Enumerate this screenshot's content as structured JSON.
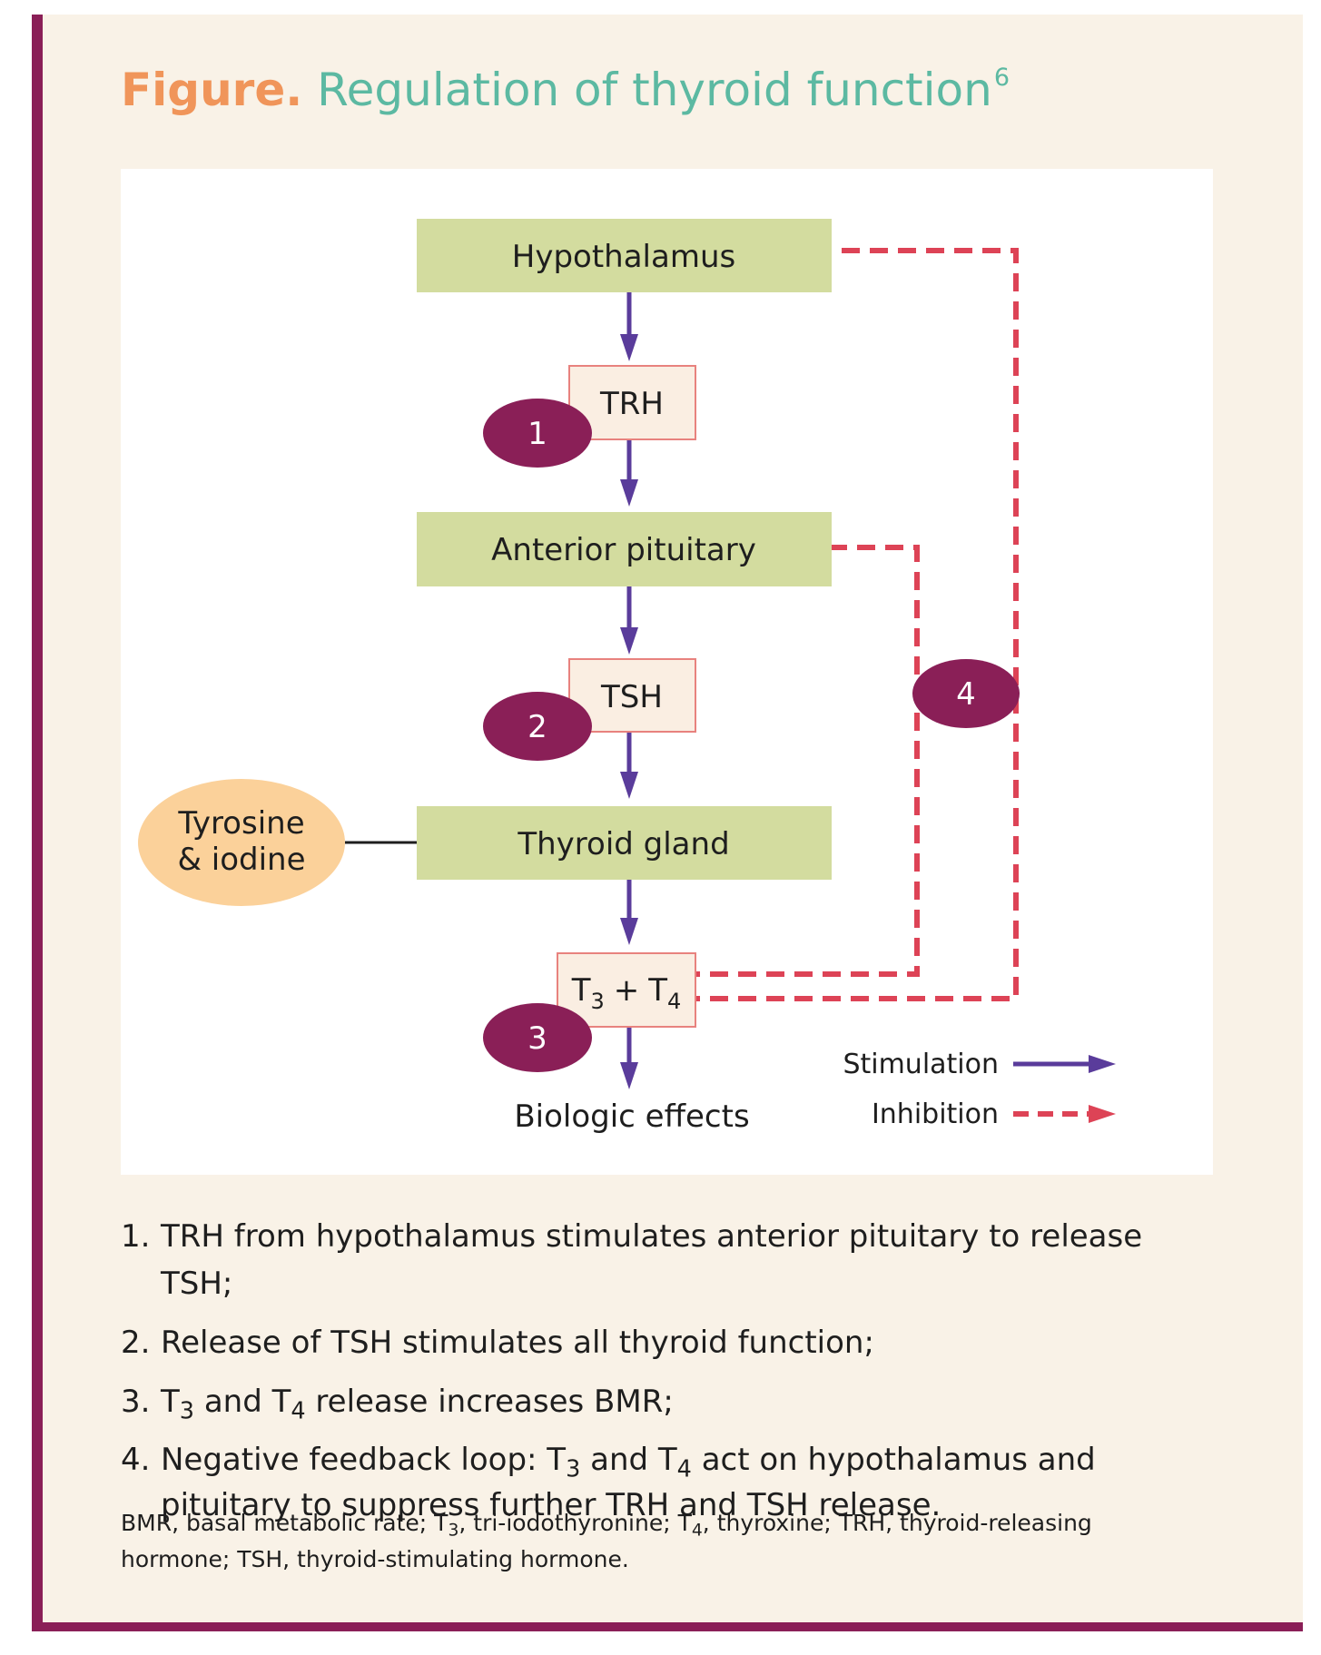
{
  "title": {
    "prefix": "Figure.",
    "text": "Regulation of thyroid function",
    "reference": "6"
  },
  "diagram": {
    "nodes": {
      "hypothalamus": "Hypothalamus",
      "trh": "TRH",
      "anterior_pituitary": "Anterior pituitary",
      "tsh": "TSH",
      "thyroid_gland": "Thyroid gland",
      "t3_t4": {
        "a": "T",
        "a_sub": "3",
        "plus": "+",
        "b": "T",
        "b_sub": "4"
      },
      "tyrosine_iodine": {
        "line1": "Tyrosine",
        "line2": "& iodine"
      },
      "biologic_effects": "Biologic effects"
    },
    "badges": [
      "1",
      "2",
      "3",
      "4"
    ],
    "legend": {
      "stimulation": "Stimulation",
      "inhibition": "Inhibition"
    },
    "colors": {
      "organ_fill": "#d3dc9f",
      "hormone_fill": "#faeee2",
      "hormone_border": "#e8827e",
      "badge_fill": "#8a1f57",
      "stimulation": "#5a3c9b",
      "inhibition": "#dd4356",
      "substrate_fill": "#fbd19a"
    }
  },
  "steps": [
    {
      "number": "1.",
      "text": "TRH from hypothalamus stimulates anterior pituitary to release TSH;"
    },
    {
      "number": "2.",
      "text": "Release of TSH stimulates all thyroid function;"
    },
    {
      "number": "3.",
      "parts": [
        "T",
        "3",
        " and T",
        "4",
        " release increases BMR;"
      ]
    },
    {
      "number": "4.",
      "parts": [
        "Negative feedback loop: T",
        "3",
        " and T",
        "4",
        " act on hypothalamus and pituitary to suppress further TRH and TSH release."
      ]
    }
  ],
  "footnote": {
    "parts": [
      "BMR, basal metabolic rate; T",
      "3",
      ", tri-iodothyronine; T",
      "4",
      ", thyroxine; TRH, thyroid-releasing hormone; TSH, thyroid-stimulating hormone."
    ]
  }
}
